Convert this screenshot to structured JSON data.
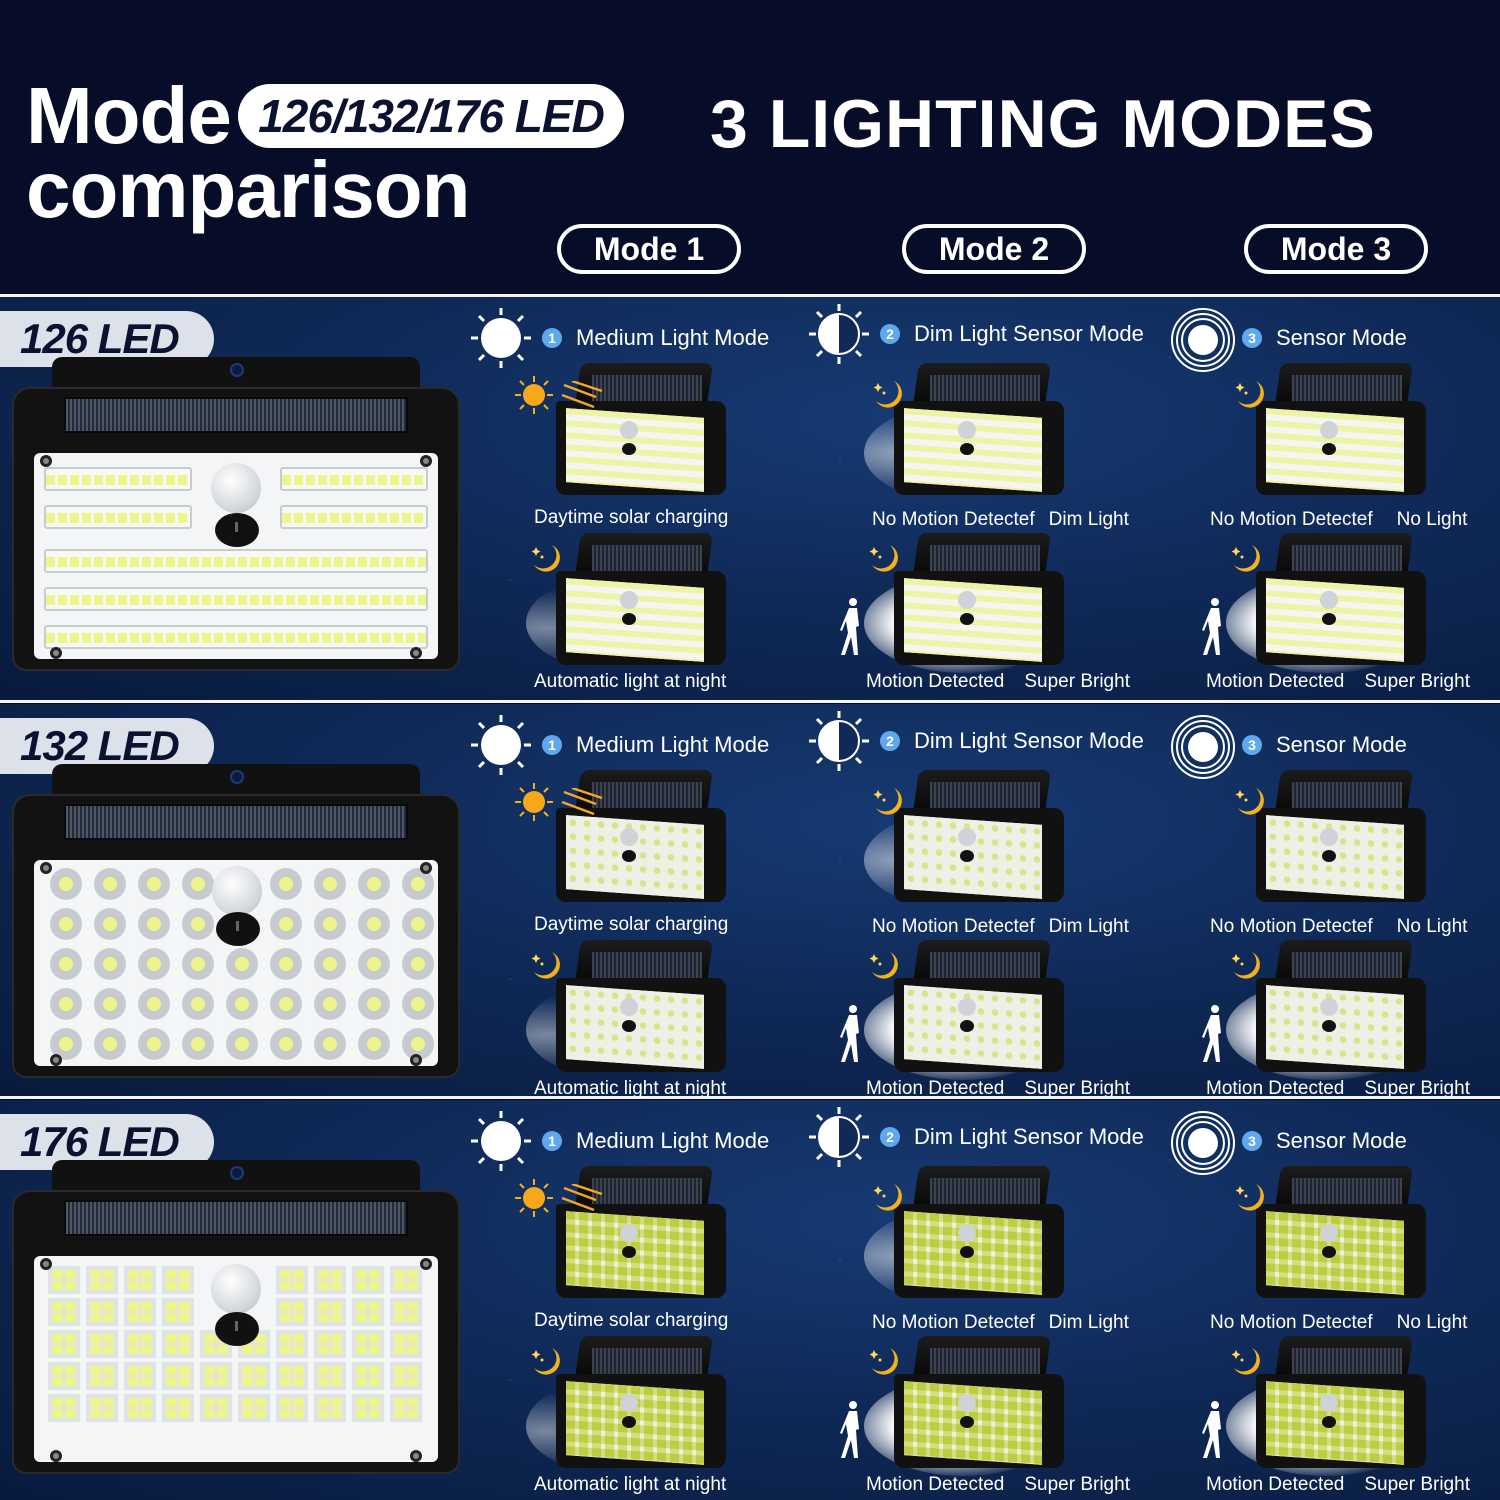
{
  "header": {
    "title_line1": "Mode",
    "title_line2": "comparison",
    "led_pill": "126/132/176 LED",
    "lighting_title": "3 LIGHTING MODES",
    "mode_pills": [
      "Mode 1",
      "Mode 2",
      "Mode 3"
    ]
  },
  "colors": {
    "header_bg": "#070d29",
    "row_bg": "#0f2a58",
    "badge_bg": "#dde2ea",
    "badge_text": "#0b1230",
    "number_badge": "#5fa8ee",
    "sun": "#f5a623",
    "led": "#eef58a"
  },
  "modes": [
    {
      "number": "1",
      "label": "Medium Light Mode",
      "icon": "sun-icon",
      "top_caption": [
        "Daytime solar charging"
      ],
      "bottom_caption": [
        "Automatic light at night"
      ]
    },
    {
      "number": "2",
      "label": "Dim Light Sensor Mode",
      "icon": "half-sun-icon",
      "top_caption": [
        "No Motion Detectef",
        "Dim Light"
      ],
      "bottom_caption": [
        "Motion Detected",
        "Super Bright"
      ]
    },
    {
      "number": "3",
      "label": "Sensor Mode",
      "icon": "sensor-rings-icon",
      "top_caption": [
        "No Motion Detectef",
        "No Light"
      ],
      "bottom_caption": [
        "Motion Detected",
        "Super Bright"
      ]
    }
  ],
  "rows": [
    {
      "model": "126 LED",
      "face": "strips"
    },
    {
      "model": "132 LED",
      "face": "dots"
    },
    {
      "model": "176 LED",
      "face": "squares"
    }
  ]
}
